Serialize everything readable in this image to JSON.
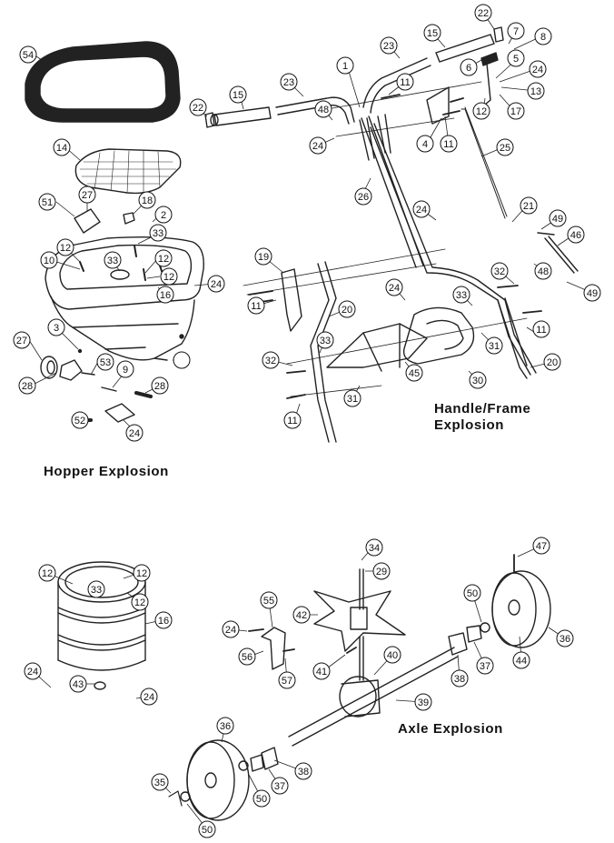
{
  "sections": {
    "hopper": "Hopper Explosion",
    "frame_line1": "Handle/Frame",
    "frame_line2": "Explosion",
    "axle": "Axle Explosion"
  },
  "callouts": {
    "hopper": [
      "54",
      "14",
      "27",
      "51",
      "18",
      "2",
      "33",
      "12",
      "10",
      "33",
      "12",
      "12",
      "16",
      "24",
      "3",
      "27",
      "53",
      "9",
      "28",
      "28",
      "52",
      "24"
    ],
    "frame": [
      "22",
      "7",
      "8",
      "15",
      "23",
      "6",
      "5",
      "24",
      "1",
      "11",
      "13",
      "23",
      "15",
      "22",
      "48",
      "12",
      "17",
      "24",
      "4",
      "11",
      "25",
      "26",
      "24",
      "21",
      "49",
      "46",
      "19",
      "24",
      "48",
      "32",
      "11",
      "20",
      "33",
      "24",
      "33",
      "31",
      "11",
      "32",
      "45",
      "30",
      "31",
      "20",
      "11"
    ],
    "bucket": [
      "12",
      "33",
      "12",
      "12",
      "16",
      "24",
      "43",
      "24"
    ],
    "axle": [
      "34",
      "29",
      "47",
      "55",
      "42",
      "50",
      "24",
      "36",
      "56",
      "57",
      "41",
      "40",
      "44",
      "37",
      "38",
      "39",
      "36",
      "35",
      "50",
      "37",
      "38",
      "50"
    ]
  }
}
